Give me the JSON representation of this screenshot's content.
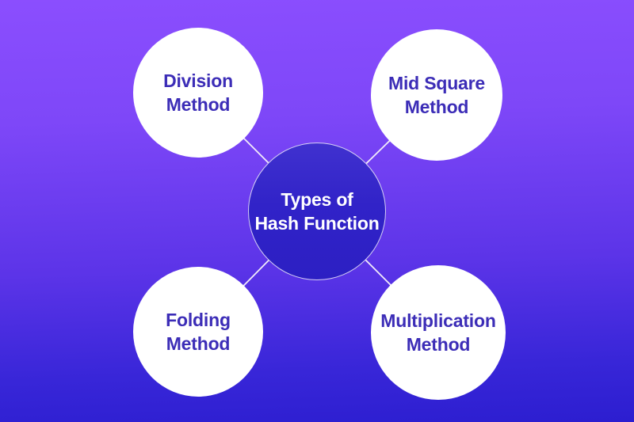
{
  "diagram": {
    "center_node": {
      "line1": "Types of",
      "line2": "Hash Function"
    },
    "nodes": {
      "division": {
        "line1": "Division",
        "line2": "Method"
      },
      "mid_square": {
        "line1": "Mid Square",
        "line2": "Method"
      },
      "folding": {
        "line1": "Folding",
        "line2": "Method"
      },
      "multiplication": {
        "line1": "Multiplication",
        "line2": "Method"
      }
    }
  },
  "colors": {
    "background_top": "#8b4efe",
    "background_bottom": "#2c1ed0",
    "center_circle_fill": "#3123c8",
    "center_circle_border": "#f0ebfa",
    "satellite_circle_fill": "#ffffff",
    "satellite_text": "#3c2db7",
    "center_text": "#ffffff",
    "connector_line": "#f2ecfa"
  }
}
